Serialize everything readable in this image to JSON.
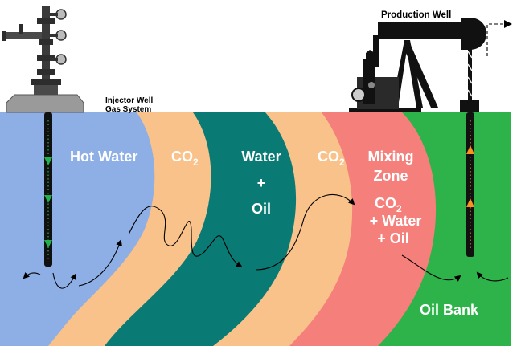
{
  "labels": {
    "injector": [
      "Injector Well",
      "Gas System"
    ],
    "production": "Production Well",
    "hot_water": "Hot Water",
    "co2_a": {
      "main": "CO",
      "sub": "2"
    },
    "water_oil": [
      "Water",
      "+",
      "Oil"
    ],
    "co2_b": {
      "main": "CO",
      "sub": "2"
    },
    "mixing_zone": [
      "Mixing",
      "Zone"
    ],
    "co2_water_oil": {
      "line1_main": "CO",
      "line1_sub": "2",
      "line2": "+ Water",
      "line3": "+ Oil"
    },
    "oil_bank": "Oil Bank"
  },
  "colors": {
    "hot_water": "#8eaee6",
    "co2": "#f9c28a",
    "water_oil": "#0a7a74",
    "mixing_zone": "#f47f7b",
    "oil_bank": "#2db34a",
    "well_green_arrows": "#22b14c",
    "well_orange_arrows": "#f7931e",
    "equipment": "#111111"
  },
  "icons": [
    "injector-wellhead-icon",
    "pumpjack-icon",
    "down-arrow-icon",
    "up-arrow-icon",
    "dashed-export-arrow-icon"
  ]
}
